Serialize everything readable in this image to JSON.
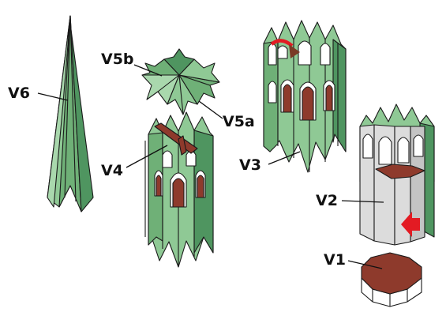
{
  "labels": {
    "v1": "V1",
    "v2": "V2",
    "v3": "V3",
    "v4": "V4",
    "v5a": "V5a",
    "v5b": "V5b",
    "v6": "V6"
  },
  "colors": {
    "green_light": "#8fc995",
    "green_mid": "#6fb077",
    "green_dark": "#4f9560",
    "brick": "#8e3a2c",
    "arrow_red": "#e31b23",
    "arrow_brown": "#7a3a26",
    "grey": "#dcdcdc"
  }
}
